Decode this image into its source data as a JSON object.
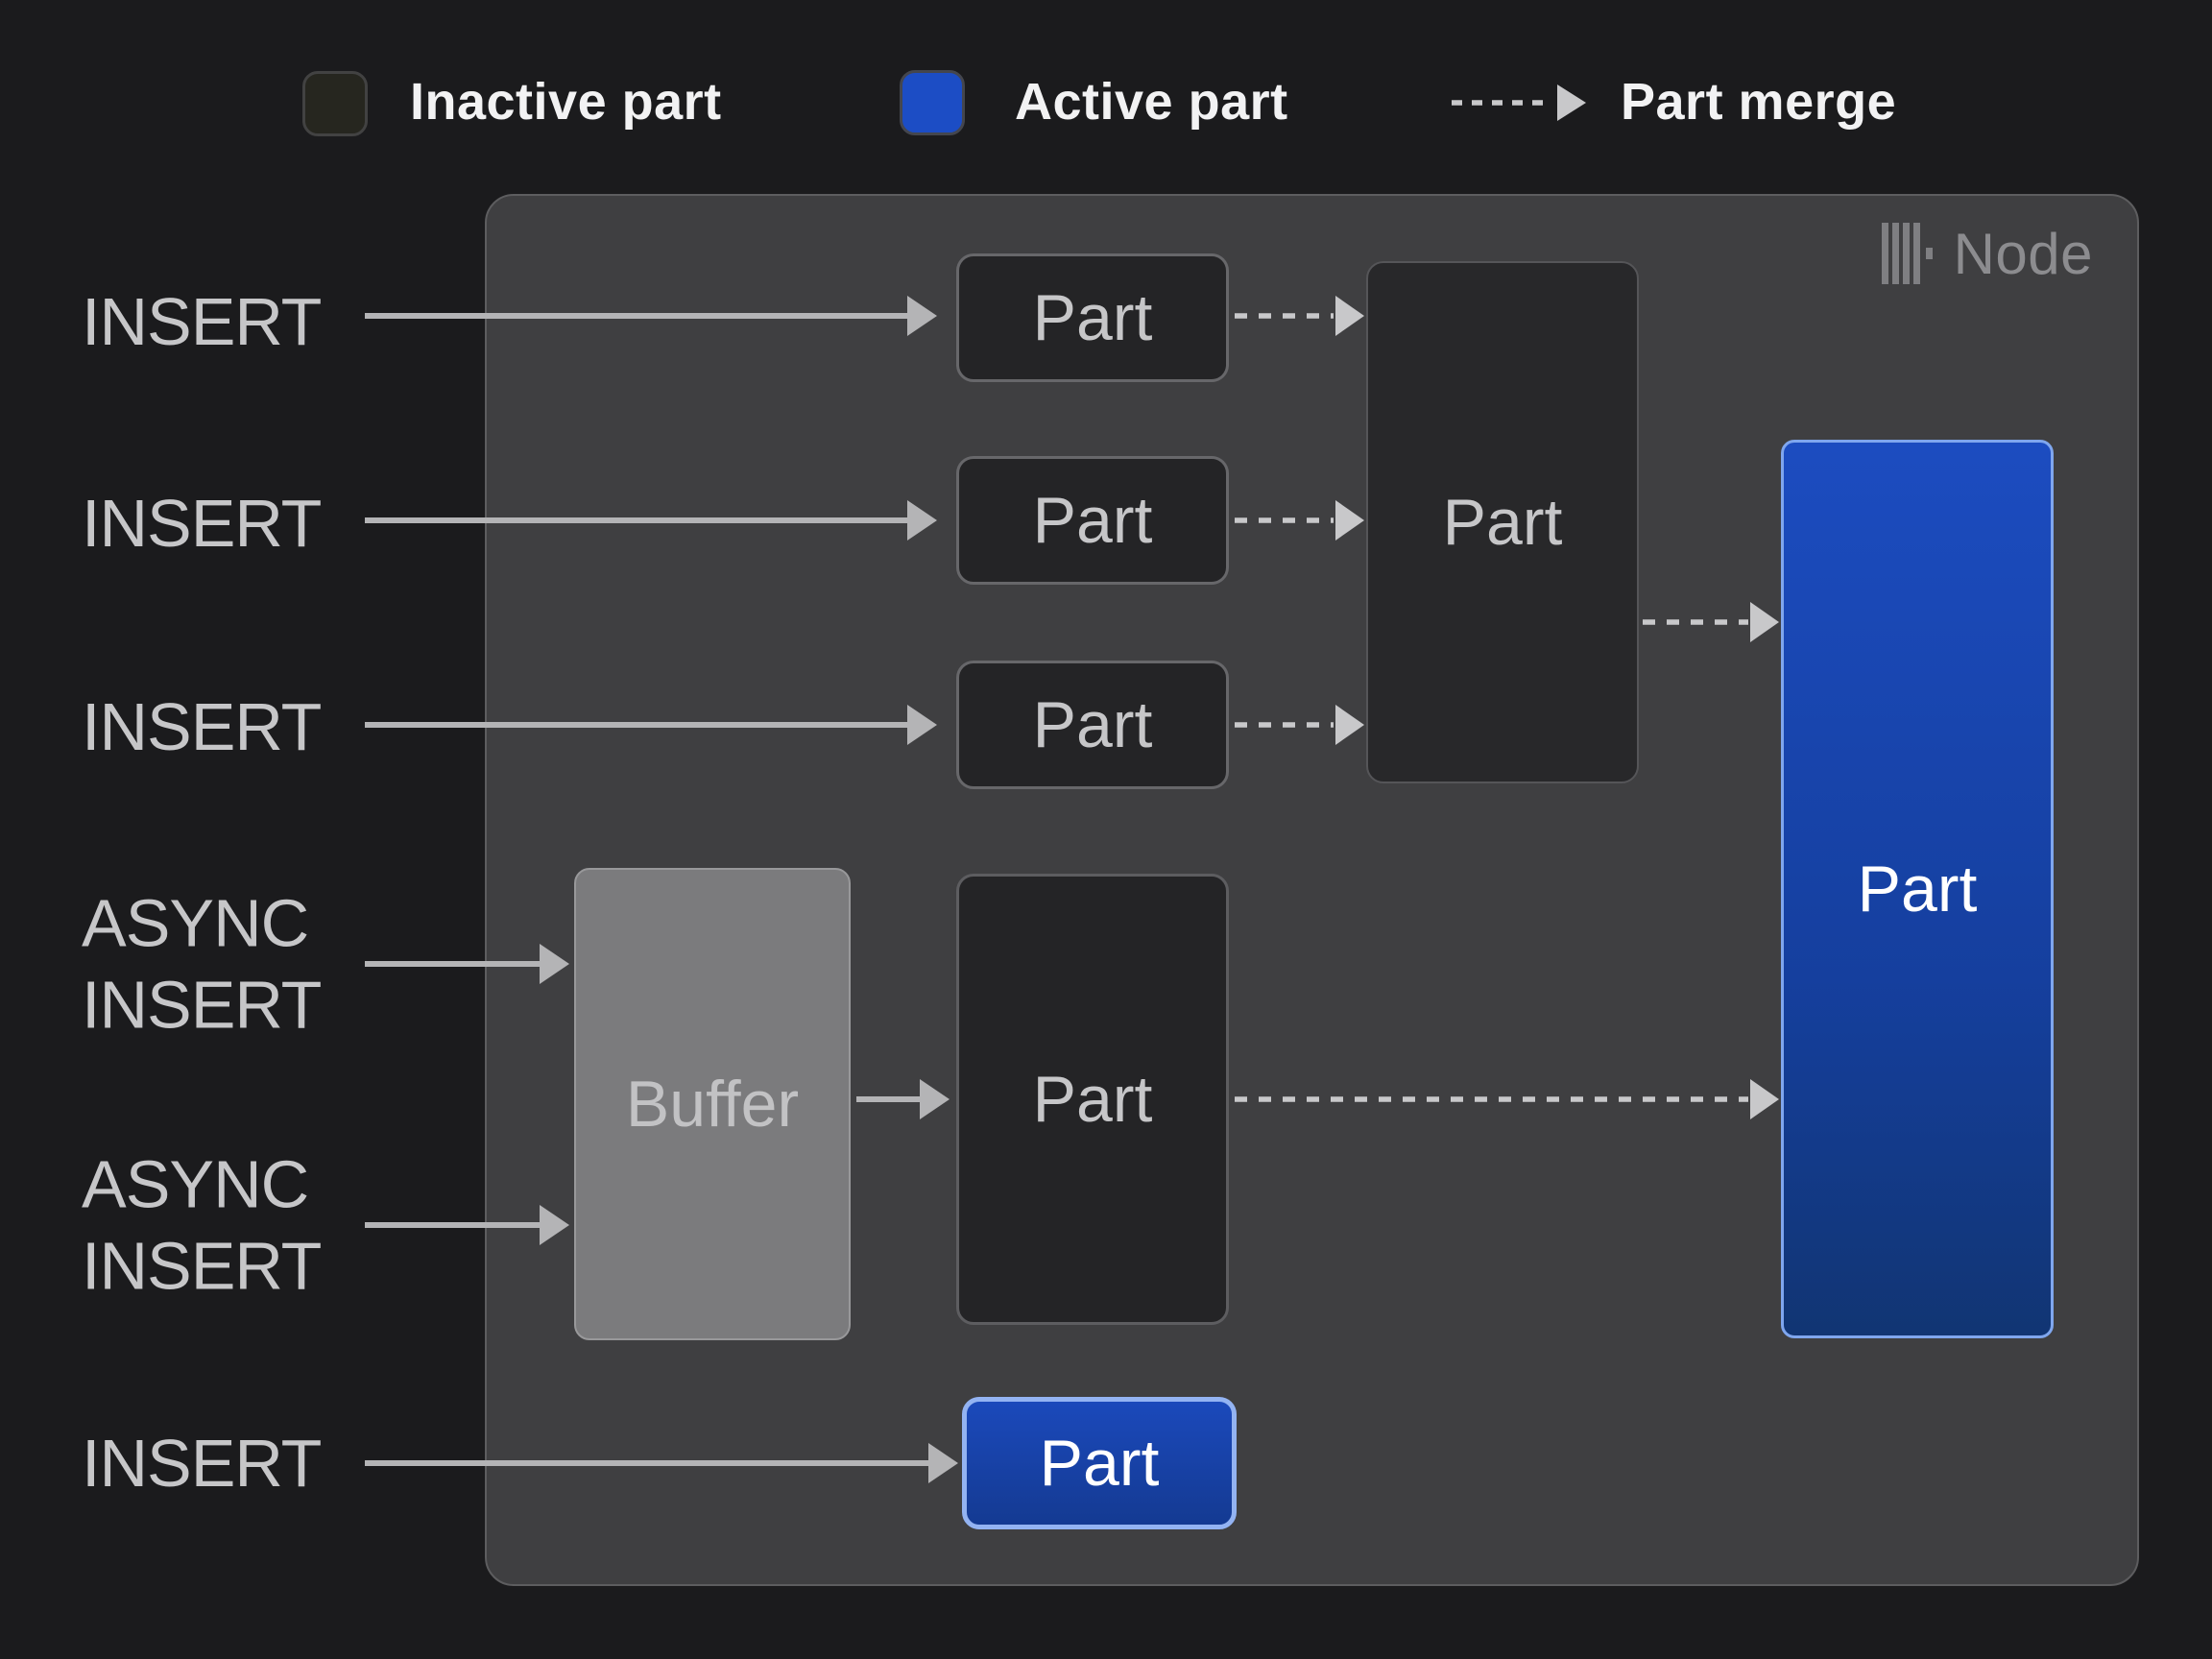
{
  "legend": {
    "inactive_label": "Inactive part",
    "active_label": "Active part",
    "merge_label": "Part merge"
  },
  "node": {
    "title": "Node",
    "logo_icon": "clickhouse-bars-logo"
  },
  "inputs": {
    "insert1": "INSERT",
    "insert2": "INSERT",
    "insert3": "INSERT",
    "async1": "ASYNC INSERT",
    "async2": "ASYNC INSERT",
    "insert4": "INSERT"
  },
  "boxes": {
    "part_small1": "Part",
    "part_small2": "Part",
    "part_small3": "Part",
    "part_merged": "Part",
    "buffer": "Buffer",
    "part_async": "Part",
    "part_active_large": "Part",
    "part_active_small": "Part"
  },
  "colors": {
    "background": "#1b1b1d",
    "node_fill": "#3f3f41",
    "inactive_part_fill": "#242426",
    "active_part_blue": "#1c4dc5",
    "active_part_border": "#93b3f2",
    "buffer_fill": "#7b7b7d",
    "arrow_gray": "#b4b4b6",
    "text_gray": "#c6c6c8"
  },
  "edges": [
    {
      "from": "insert1",
      "to": "part_small1",
      "style": "solid"
    },
    {
      "from": "insert2",
      "to": "part_small2",
      "style": "solid"
    },
    {
      "from": "insert3",
      "to": "part_small3",
      "style": "solid"
    },
    {
      "from": "async1",
      "to": "buffer",
      "style": "solid"
    },
    {
      "from": "async2",
      "to": "buffer",
      "style": "solid"
    },
    {
      "from": "insert4",
      "to": "part_active_small",
      "style": "solid"
    },
    {
      "from": "buffer",
      "to": "part_async",
      "style": "solid"
    },
    {
      "from": "part_small1",
      "to": "part_merged",
      "style": "dashed"
    },
    {
      "from": "part_small2",
      "to": "part_merged",
      "style": "dashed"
    },
    {
      "from": "part_small3",
      "to": "part_merged",
      "style": "dashed"
    },
    {
      "from": "part_merged",
      "to": "part_active_large",
      "style": "dashed"
    },
    {
      "from": "part_async",
      "to": "part_active_large",
      "style": "dashed"
    }
  ]
}
